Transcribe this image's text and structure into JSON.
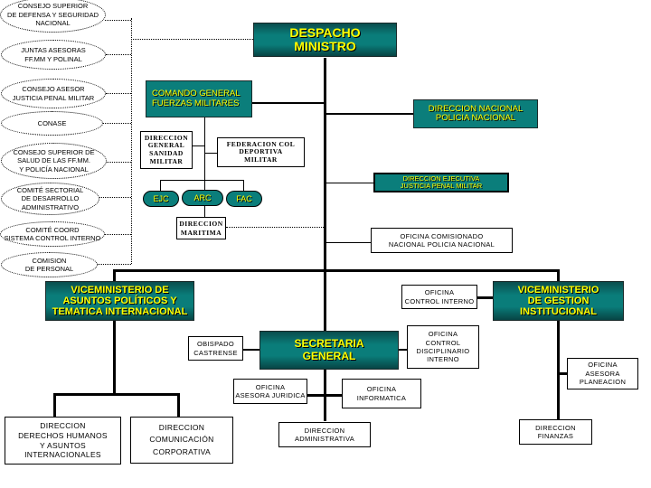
{
  "advisory_bodies": [
    {
      "lines": [
        "CONSEJO SUPERIOR",
        "DE DEFENSA Y SEGURIDAD",
        "NACIONAL"
      ]
    },
    {
      "lines": [
        "JUNTAS ASESORAS",
        "FF.MM Y POLINAL"
      ]
    },
    {
      "lines": [
        "CONSEJO ASESOR",
        "JUSTICIA PENAL MILITAR"
      ]
    },
    {
      "lines": [
        "CONASE"
      ]
    },
    {
      "lines": [
        "CONSEJO SUPERIOR DE",
        "SALUD DE LAS FF.MM.",
        "Y POLICÍA NACIONAL"
      ]
    },
    {
      "lines": [
        "COMITÉ SECTORIAL",
        "DE DESARROLLO",
        "ADMINISTRATIVO"
      ]
    },
    {
      "lines": [
        "COMITÉ COORD",
        "SISTEMA CONTROL INTERNO"
      ]
    },
    {
      "lines": [
        "COMISION",
        "DE PERSONAL"
      ]
    }
  ],
  "despacho": {
    "lines": [
      "DESPACHO",
      "MINISTRO"
    ]
  },
  "comando": {
    "lines": [
      "COMANDO  GENERAL",
      "FUERZAS MILITARES"
    ]
  },
  "sanidad": {
    "lines": [
      "DIRECCION",
      "GENERAL",
      "SANIDAD",
      "MILITAR"
    ]
  },
  "federacion": {
    "lines": [
      "FEDERACION  COL",
      "DEPORTIVA",
      "MILITAR"
    ]
  },
  "forces": [
    "EJC",
    "ARC",
    "FAC"
  ],
  "maritima": {
    "lines": [
      "DIRECCION",
      "MARITIMA"
    ]
  },
  "policia": {
    "lines": [
      "DIRECCION NACIONAL",
      "POLICIA NACIONAL"
    ]
  },
  "justicia": {
    "lines": [
      "DIRECCION  EJECUTIVA",
      "JUSTICIA PENAL MILITAR"
    ]
  },
  "comisionado": {
    "lines": [
      "OFICINA COMISIONADO",
      "NACIONAL  POLICIA  NACIONAL"
    ]
  },
  "vice_politicos": {
    "lines": [
      "VICEMINISTERIO DE",
      "ASUNTOS POLÍTICOS Y",
      "TEMATICA INTERNACIONAL"
    ]
  },
  "vice_gestion": {
    "lines": [
      "VICEMINISTERIO",
      "DE GESTION",
      "INSTITUCIONAL"
    ]
  },
  "control_interno": {
    "lines": [
      "OFICINA",
      "CONTROL INTERNO"
    ]
  },
  "secretaria": {
    "lines": [
      "SECRETARIA",
      "GENERAL"
    ]
  },
  "obispado": {
    "lines": [
      "OBISPADO",
      "CASTRENSE"
    ]
  },
  "disciplinario": {
    "lines": [
      "OFICINA",
      "CONTROL",
      "DISCIPLINARIO",
      "INTERNO"
    ]
  },
  "juridica": {
    "lines": [
      "OFICINA",
      "ASESORA JURIDICA"
    ]
  },
  "informatica": {
    "lines": [
      "OFICINA",
      "INFORMATICA"
    ]
  },
  "administrativa": {
    "lines": [
      "DIRECCION",
      "ADMINISTRATIVA"
    ]
  },
  "planeacion": {
    "lines": [
      "OFICINA",
      "ASESORA",
      "PLANEACION"
    ]
  },
  "finanzas": {
    "lines": [
      "DIRECCION",
      "FINANZAS"
    ]
  },
  "ddhh": {
    "lines": [
      "DIRECCION",
      "DERECHOS HUMANOS",
      "Y ASUNTOS",
      "INTERNACIONALES"
    ]
  },
  "comunicacion": {
    "lines": [
      "DIRECCION",
      "COMUNICACIÓN",
      "CORPORATIVA"
    ]
  }
}
